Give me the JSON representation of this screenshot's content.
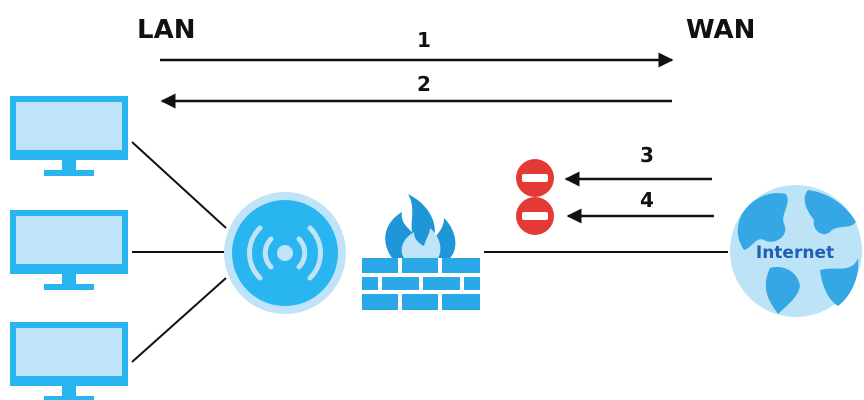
{
  "labels": {
    "lan": "LAN",
    "wan": "WAN",
    "internet": "Internet"
  },
  "flows": [
    {
      "number": "1",
      "direction": "lan-to-wan"
    },
    {
      "number": "2",
      "direction": "wan-to-lan"
    },
    {
      "number": "3",
      "direction": "internet-to-firewall",
      "status": "blocked"
    },
    {
      "number": "4",
      "direction": "internet-to-firewall",
      "status": "blocked"
    }
  ],
  "icons": {
    "computers": [
      "monitor-icon",
      "monitor-icon",
      "monitor-icon"
    ],
    "access_point": "wireless-access-point-icon",
    "firewall": "firewall-icon",
    "blocked": "no-entry-icon",
    "internet": "globe-icon"
  },
  "colors": {
    "device_fill": "#bfe4f7",
    "device_stroke": "#29b6f0",
    "firewall_blue": "#2aa8e8",
    "firewall_flame": "#1f96d8",
    "blocked_red": "#e53935",
    "globe_sea": "#bde3f6",
    "globe_land": "#35a7e4",
    "internet_text": "#1f5fb6",
    "line": "#111111"
  }
}
